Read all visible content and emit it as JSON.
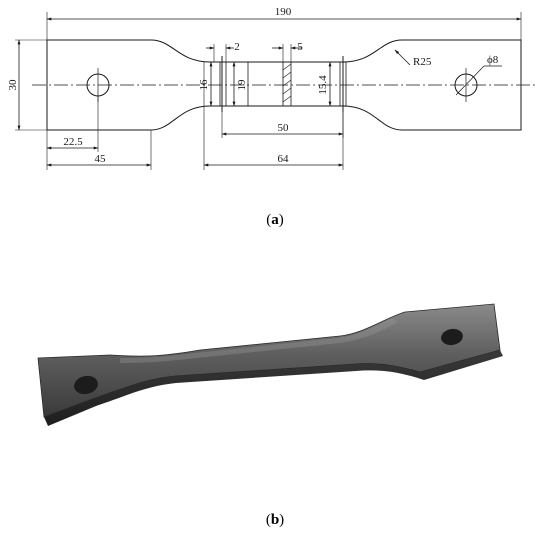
{
  "drawing_a": {
    "dimensions": {
      "overall_length": "190",
      "grip_width": "30",
      "hole_diameter": "ϕ8",
      "fillet_radius": "R25",
      "hole_offset": "22.5",
      "grip_length": "45",
      "reduced_section_length": "64",
      "gauge_length": "50",
      "reduced_width": "15.4",
      "band_width_16": "16",
      "band_width_19": "19",
      "band_2": "2",
      "band_5": "5"
    }
  },
  "captions": {
    "a_open": "(",
    "a_letter": "a",
    "a_close": ")",
    "b_open": "(",
    "b_letter": "b",
    "b_close": ")"
  },
  "colors": {
    "line": "#1a1a1a",
    "specimen_face": "#4a4a4a",
    "specimen_edge": "#2a2a2a",
    "hole": "#1c1c1c",
    "background": "#ffffff"
  }
}
